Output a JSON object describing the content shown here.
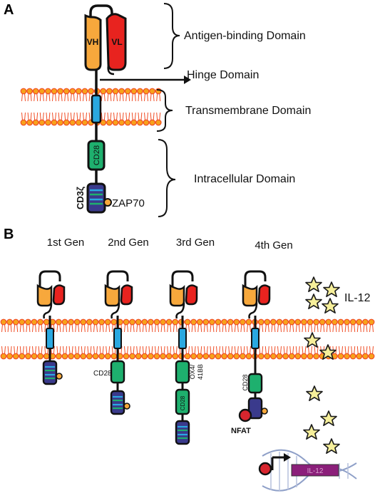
{
  "panel_a": {
    "letter": "A",
    "domains": {
      "antigen_binding": "Antigen-binding Domain",
      "hinge": "Hinge Domain",
      "transmembrane": "Transmembrane Domain",
      "intracellular": "Intracellular Domain"
    },
    "chains": {
      "heavy": "VH",
      "light": "VL"
    },
    "costim": "CD28",
    "signal": "CD3ζ",
    "kinase": "ZAP70"
  },
  "panel_b": {
    "letter": "B",
    "generations": [
      "1st Gen",
      "2nd Gen",
      "3rd Gen",
      "4th Gen"
    ],
    "costim_2nd": "CD28",
    "costim_3rd_side": "OX4/",
    "costim_3rd_side2": "41BB",
    "costim_3rd_inner": "CD28",
    "costim_4th": "CD28",
    "tf": "NFAT",
    "cytokine": "IL-12",
    "gene": "IL-12"
  },
  "colors": {
    "vh": "#f7a83c",
    "vl": "#e8231f",
    "tm": "#2aa8e0",
    "costim": "#1eb06e",
    "cd3z": "#3a3a8c",
    "itam": "#2aa8e0",
    "zap70": "#f7a83c",
    "membrane_head": "#f7a21b",
    "star": "#f6ef9a",
    "nfat": "#d8252e"
  }
}
